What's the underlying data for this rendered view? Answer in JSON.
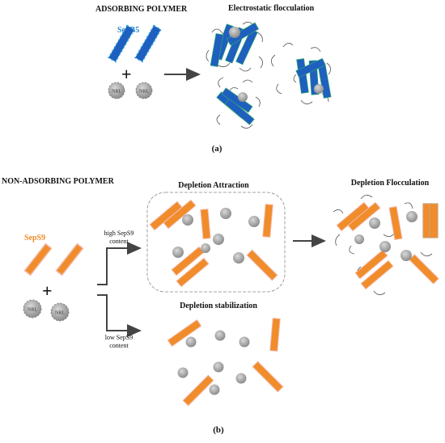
{
  "panel_a": {
    "heading": "ADSORBING POLYMER",
    "material": "SepB5",
    "result": "Electrostatic flocculation",
    "particle_label": "NRL",
    "plus": "+",
    "caption": "(a)"
  },
  "panel_b": {
    "heading": "NON-ADSORBING POLYMER",
    "material": "SepS9",
    "particle_label": "NRL",
    "plus": "+",
    "upper_route": {
      "line1": "high SepS9",
      "line2": "content"
    },
    "lower_route": {
      "line1": "low SepS9",
      "line2": "content"
    },
    "attraction": "Depletion Attraction",
    "stabilization": "Depletion stabilization",
    "flocculation": "Depletion Flocculation",
    "caption": "(b)"
  },
  "colors": {
    "sepb5": "#1f5fbf",
    "sepb5_charge": "#1fa3d8",
    "seps9": "#f08c2a",
    "seps9_edge": "#f4b6a4",
    "nrl": "#9a9a9a",
    "polymer": "#555555",
    "arrow": "#444444"
  }
}
